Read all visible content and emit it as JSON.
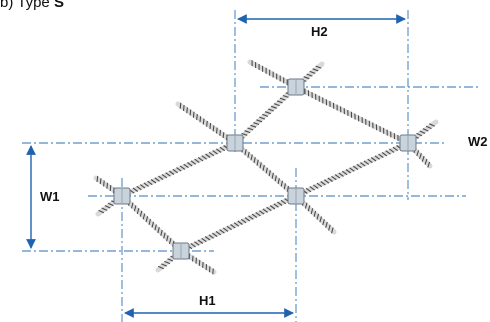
{
  "caption": {
    "prefix": "b) Type",
    "type_letter": "S"
  },
  "dimensions": {
    "h1": "H1",
    "h2": "H2",
    "w1": "W1",
    "w2": "W2"
  },
  "colors": {
    "dimension_line": "#2e6fb5",
    "arrow": "#1f63b0",
    "rope_light": "#d9d9d9",
    "rope_dark": "#4a4a4a",
    "clip_fill": "#c9d3dc",
    "clip_stroke": "#6c7a86"
  }
}
